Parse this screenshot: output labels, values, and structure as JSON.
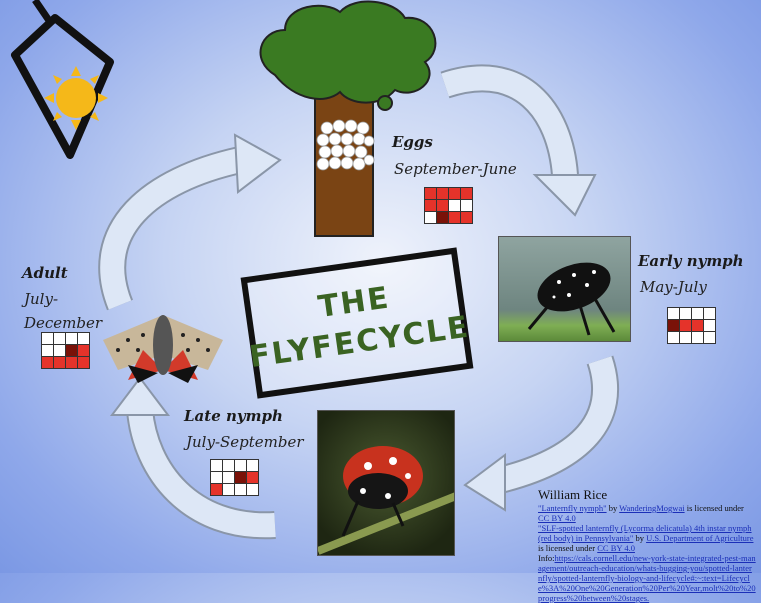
{
  "title": {
    "line1": "THE",
    "line2": "FLYFECYCLE"
  },
  "stages": [
    {
      "name": "Eggs",
      "period": "September-June",
      "months": [
        "r",
        "r",
        "r",
        "r",
        "r",
        "r",
        "w",
        "w",
        "w",
        "d",
        "r",
        "r"
      ]
    },
    {
      "name": "Early nymph",
      "period": "May-July",
      "months": [
        "w",
        "w",
        "w",
        "w",
        "d",
        "r",
        "r",
        "w",
        "w",
        "w",
        "w",
        "w"
      ]
    },
    {
      "name": "Late nymph",
      "period": "July-September",
      "months": [
        "w",
        "w",
        "w",
        "w",
        "w",
        "w",
        "d",
        "r",
        "r",
        "w",
        "w",
        "w"
      ]
    },
    {
      "name": "Adult",
      "period_line1": "July-",
      "period_line2": "December",
      "months": [
        "w",
        "w",
        "w",
        "w",
        "w",
        "w",
        "d",
        "r",
        "r",
        "r",
        "r",
        "r"
      ]
    }
  ],
  "colors": {
    "current": "#7a1208",
    "active": "#e5332a",
    "inactive": "#ffffff",
    "title": "#3a6322"
  },
  "credit": {
    "author": "William Rice",
    "l1a": "\"Lanternfly nymph\"",
    "l1b": " by ",
    "l1c": "WanderingMogwai",
    "l1d": " is licensed under ",
    "l1e": "CC BY 4.0",
    "l2a": "\"SLF-spotted lanternfly (Lycorma delicatula) 4th instar nymph (red body) in Pennsylvania\"",
    "l2b": " by ",
    "l2c": "U.S. Department of Agriculture",
    "l2d": " is licensed under ",
    "l2e": "CC BY 4.0",
    "info_label": "Info:",
    "info_url": "https://cals.cornell.edu/new-york-state-integrated-pest-management/outreach-education/whats-bugging-you/spotted-lanternfly/spotted-lanternfly-biology-and-lifecycle#:~:text=Lifecycle%3A%20One%20Generation%20Per%20Year,molt%20to%20progress%20between%20stages."
  }
}
